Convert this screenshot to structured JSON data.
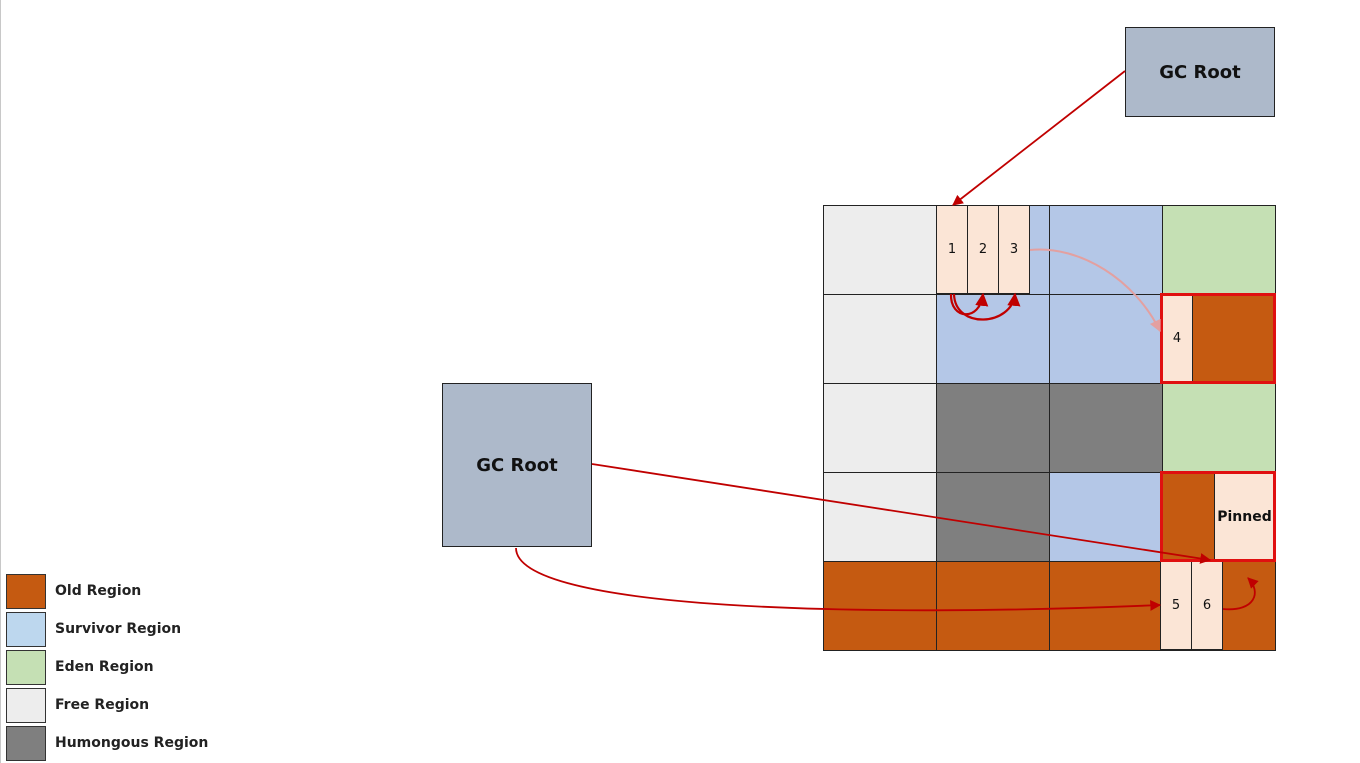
{
  "colors": {
    "old": "#c55a11",
    "survivor": "#b4c7e7",
    "eden": "#c5e0b4",
    "free": "#ededed",
    "humongous": "#7f7f7f",
    "object": "#fbe5d6",
    "gc_root": "#adb9ca",
    "arrow": "#c00000",
    "arrow_faded": "#e3a0a0",
    "highlight": "#e01010"
  },
  "gc_roots": [
    {
      "label": "GC Root"
    },
    {
      "label": "GC Root"
    }
  ],
  "grid": {
    "rows": [
      [
        "free",
        "survivor",
        "survivor",
        "eden"
      ],
      [
        "free",
        "survivor",
        "survivor",
        "old"
      ],
      [
        "free",
        "humongous",
        "humongous",
        "eden"
      ],
      [
        "free",
        "humongous",
        "survivor",
        "old"
      ],
      [
        "old",
        "old",
        "old",
        "old"
      ]
    ]
  },
  "objects": [
    {
      "label": "1"
    },
    {
      "label": "2"
    },
    {
      "label": "3"
    },
    {
      "label": "4"
    },
    {
      "label": "Pinned"
    },
    {
      "label": "5"
    },
    {
      "label": "6"
    }
  ],
  "legend": [
    {
      "label": "Old Region",
      "color": "#c55a11"
    },
    {
      "label": "Survivor Region",
      "color": "#bdd7ee"
    },
    {
      "label": "Eden Region",
      "color": "#c5e0b4"
    },
    {
      "label": "Free Region",
      "color": "#ededed"
    },
    {
      "label": "Humongous Region",
      "color": "#7f7f7f"
    }
  ]
}
